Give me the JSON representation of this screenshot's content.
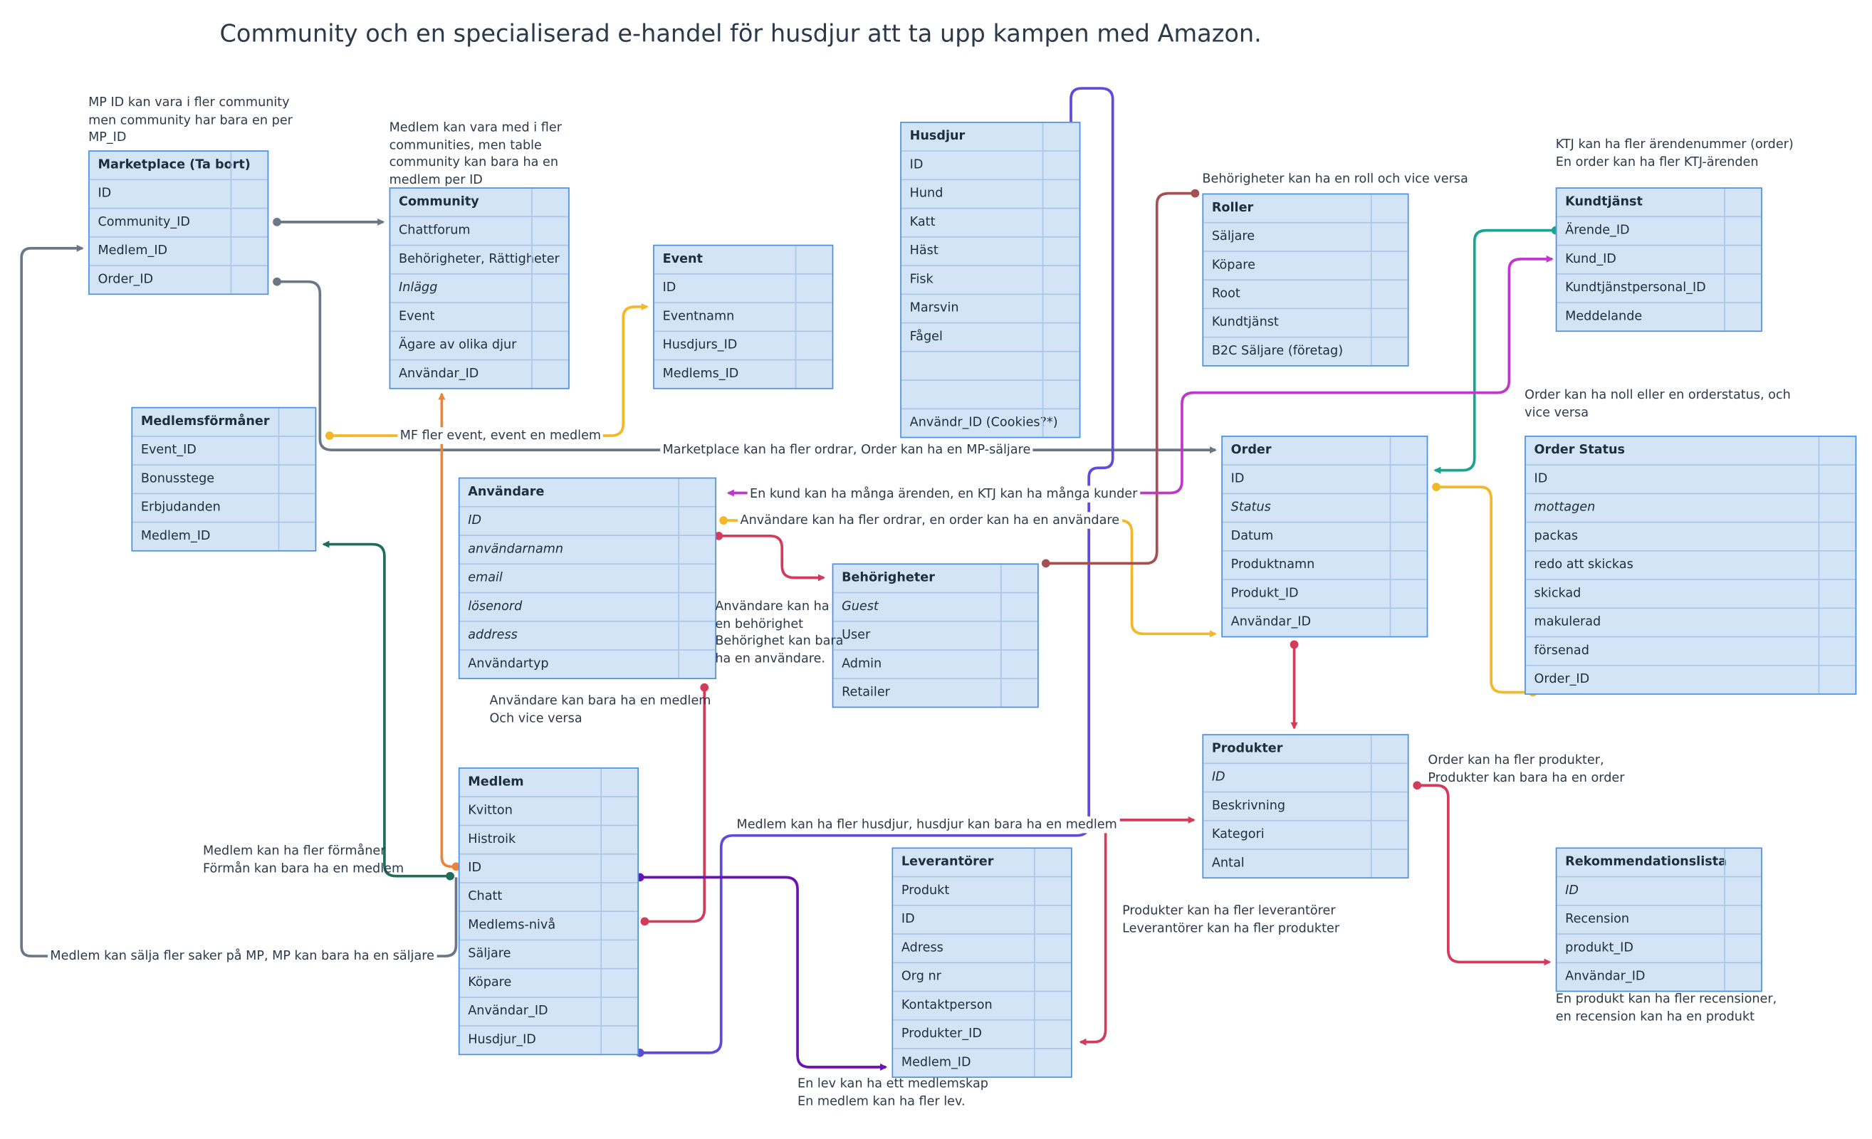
{
  "title": "Community och en specialiserad e-handel för husdjur att ta upp kampen med Amazon.",
  "tables": {
    "marketplace": {
      "name": "Marketplace (Ta bort)",
      "rows": [
        {
          "t": "ID"
        },
        {
          "t": "Community_ID"
        },
        {
          "t": "Medlem_ID"
        },
        {
          "t": "Order_ID"
        }
      ]
    },
    "community": {
      "name": "Community",
      "rows": [
        {
          "t": "Chattforum"
        },
        {
          "t": "Behörigheter, Rättigheter"
        },
        {
          "t": "Inlägg",
          "it": true
        },
        {
          "t": "Event"
        },
        {
          "t": "Ägare av olika djur"
        },
        {
          "t": "Användar_ID"
        }
      ]
    },
    "event": {
      "name": "Event",
      "rows": [
        {
          "t": "ID"
        },
        {
          "t": "Eventnamn"
        },
        {
          "t": " Husdjurs_ID"
        },
        {
          "t": "Medlems_ID"
        }
      ]
    },
    "husdjur": {
      "name": "Husdjur",
      "rows": [
        {
          "t": "ID"
        },
        {
          "t": "Hund"
        },
        {
          "t": "Katt"
        },
        {
          "t": "Häst"
        },
        {
          "t": "Fisk"
        },
        {
          "t": "Marsvin"
        },
        {
          "t": "Fågel"
        },
        {
          "t": ""
        },
        {
          "t": ""
        },
        {
          "t": "Användr_ID (Cookies?*)"
        }
      ]
    },
    "roller": {
      "name": "Roller",
      "rows": [
        {
          "t": "Säljare"
        },
        {
          "t": "Köpare"
        },
        {
          "t": "Root"
        },
        {
          "t": "Kundtjänst"
        },
        {
          "t": "B2C Säljare (företag)"
        }
      ]
    },
    "kundtjanst": {
      "name": "Kundtjänst",
      "rows": [
        {
          "t": "Ärende_ID"
        },
        {
          "t": "Kund_ID"
        },
        {
          "t": "Kundtjänstpersonal_ID"
        },
        {
          "t": "Meddelande"
        }
      ]
    },
    "medlemsformaner": {
      "name": "Medlemsförmåner",
      "rows": [
        {
          "t": "Event_ID"
        },
        {
          "t": "Bonusstege"
        },
        {
          "t": "Erbjudanden"
        },
        {
          "t": "Medlem_ID"
        }
      ]
    },
    "anvandare": {
      "name": "Användare",
      "rows": [
        {
          "t": "ID",
          "it": true
        },
        {
          "t": "användarnamn",
          "it": true
        },
        {
          "t": "email",
          "it": true
        },
        {
          "t": "lösenord",
          "it": true
        },
        {
          "t": "address",
          "it": true
        },
        {
          "t": "Användartyp"
        }
      ]
    },
    "behorigheter": {
      "name": "Behörigheter",
      "rows": [
        {
          "t": "Guest",
          "it": true
        },
        {
          "t": "User"
        },
        {
          "t": "Admin"
        },
        {
          "t": "Retailer"
        }
      ]
    },
    "order": {
      "name": "Order",
      "rows": [
        {
          "t": "ID"
        },
        {
          "t": "Status",
          "it": true
        },
        {
          "t": "Datum"
        },
        {
          "t": "Produktnamn"
        },
        {
          "t": "Produkt_ID"
        },
        {
          "t": "Användar_ID"
        }
      ]
    },
    "orderstatus": {
      "name": "Order Status",
      "rows": [
        {
          "t": "ID"
        },
        {
          "t": "mottagen",
          "it": true
        },
        {
          "t": "packas"
        },
        {
          "t": "redo att skickas"
        },
        {
          "t": "skickad"
        },
        {
          "t": "makulerad"
        },
        {
          "t": "försenad"
        },
        {
          "t": "Order_ID"
        }
      ]
    },
    "produkter": {
      "name": "Produkter",
      "rows": [
        {
          "t": "ID",
          "it": true
        },
        {
          "t": "Beskrivning"
        },
        {
          "t": "Kategori"
        },
        {
          "t": "Antal"
        }
      ]
    },
    "medlem": {
      "name": "Medlem",
      "rows": [
        {
          "t": "Kvitton"
        },
        {
          "t": "Histroik"
        },
        {
          "t": "ID"
        },
        {
          "t": "Chatt"
        },
        {
          "t": "Medlems-nivå"
        },
        {
          "t": "Säljare"
        },
        {
          "t": "Köpare"
        },
        {
          "t": "Användar_ID"
        },
        {
          "t": "Husdjur_ID"
        }
      ]
    },
    "leverantorer": {
      "name": "Leverantörer",
      "rows": [
        {
          "t": "Produkt"
        },
        {
          "t": "ID"
        },
        {
          "t": "Adress"
        },
        {
          "t": "Org nr"
        },
        {
          "t": "Kontaktperson"
        },
        {
          "t": "Produkter_ID"
        },
        {
          "t": "Medlem_ID"
        }
      ]
    },
    "rekommendationslista": {
      "name": "Rekommendationslista",
      "rows": [
        {
          "t": "ID",
          "it": true
        },
        {
          "t": "Recension"
        },
        {
          "t": "produkt_ID"
        },
        {
          "t": "Användar_ID"
        }
      ]
    }
  },
  "notes": {
    "mp": "MP ID kan vara i fler community\nmen community har bara en per\nMP_ID",
    "community": "Medlem kan vara med i fler\ncommunities, men table\ncommunity kan bara ha en\nmedlem per ID",
    "roller": "Behörigheter kan ha en roll och vice versa",
    "kundtjanst": "KTJ kan ha fler ärendenummer (order)\nEn order kan ha fler KTJ-ärenden",
    "orderstatus": "Order kan ha noll eller en orderstatus, och\nvice versa",
    "behorighet": "Användare kan ha\nen behörighet\nBehörighet kan bara\nha en användare.",
    "anvmedlem": "Användare kan bara ha en medlem\nOch vice versa",
    "formaner": "Medlem kan ha fler förmåner\nFörmån kan bara ha en medlem",
    "produkter": "Order kan ha fler produkter,\nProdukter kan bara ha en order",
    "leverantorer": "Produkter kan ha fler leverantörer\nLeverantörer kan ha fler produkter",
    "recension": "En produkt kan ha fler recensioner,\nen recension kan ha en produkt",
    "levmedlem": "En lev kan ha ett medlemskap\nEn medlem kan ha fler lev."
  },
  "labels": {
    "mf_event": "MF fler event, event en medlem",
    "mp_order": "Marketplace kan ha fler ordrar, Order kan ha en MP-säljare",
    "kund_ktj": "En kund kan ha många ärenden, en KTJ kan ha många kunder",
    "anv_order": "Användare kan ha fler ordrar, en order kan ha en användare",
    "medlem_husdjur": "Medlem kan ha fler husdjur, husdjur kan bara ha en medlem",
    "medlem_mp": "Medlem kan sälja fler saker på MP, MP kan bara ha en säljare"
  },
  "colors": {
    "slate": "#6b7785",
    "orange": "#e8843c",
    "yellow": "#f4b728",
    "blue_purple": "#5c4bdc",
    "brown_red": "#a64f52",
    "teal": "#1aa391",
    "magenta": "#c038c9",
    "crimson": "#d23b5a",
    "dark_green": "#1e6e5a",
    "violet": "#6a12b8"
  }
}
